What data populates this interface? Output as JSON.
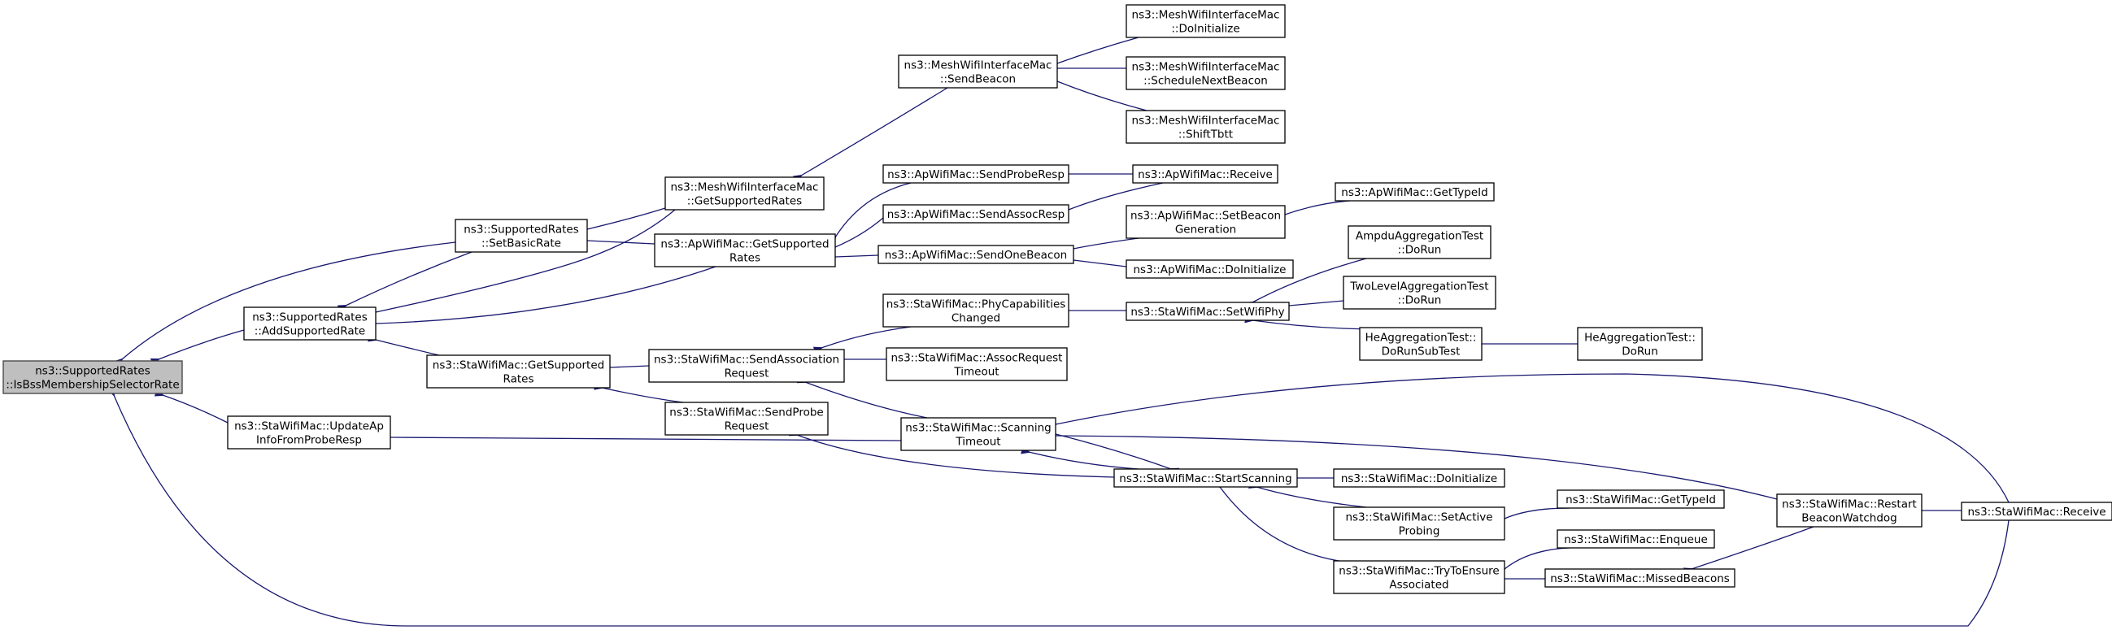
{
  "colors": {
    "edge": "#191970",
    "root_fill": "#bfbfbf",
    "node_fill": "#ffffff",
    "node_stroke": "#000000"
  },
  "nodes": [
    {
      "id": "root",
      "lines": [
        "ns3::SupportedRates",
        "::IsBssMembershipSelectorRate"
      ]
    },
    {
      "id": "addSupported",
      "lines": [
        "ns3::SupportedRates",
        "::AddSupportedRate"
      ]
    },
    {
      "id": "updateAp",
      "lines": [
        "ns3::StaWifiMac::UpdateAp",
        "InfoFromProbeResp"
      ]
    },
    {
      "id": "setBasic",
      "lines": [
        "ns3::SupportedRates",
        "::SetBasicRate"
      ]
    },
    {
      "id": "staGetSupported",
      "lines": [
        "ns3::StaWifiMac::GetSupported",
        "Rates"
      ]
    },
    {
      "id": "meshGetSupported",
      "lines": [
        "ns3::MeshWifiInterfaceMac",
        "::GetSupportedRates"
      ]
    },
    {
      "id": "apGetSupported",
      "lines": [
        "ns3::ApWifiMac::GetSupported",
        "Rates"
      ]
    },
    {
      "id": "sendAssocReq",
      "lines": [
        "ns3::StaWifiMac::SendAssociation",
        "Request"
      ]
    },
    {
      "id": "sendProbeReq",
      "lines": [
        "ns3::StaWifiMac::SendProbe",
        "Request"
      ]
    },
    {
      "id": "meshSendBeacon",
      "lines": [
        "ns3::MeshWifiInterfaceMac",
        "::SendBeacon"
      ]
    },
    {
      "id": "apSendProbeResp",
      "lines": [
        "ns3::ApWifiMac::SendProbeResp"
      ]
    },
    {
      "id": "apSendAssocResp",
      "lines": [
        "ns3::ApWifiMac::SendAssocResp"
      ]
    },
    {
      "id": "apSendOneBeacon",
      "lines": [
        "ns3::ApWifiMac::SendOneBeacon"
      ]
    },
    {
      "id": "phyCapChanged",
      "lines": [
        "ns3::StaWifiMac::PhyCapabilities",
        "Changed"
      ]
    },
    {
      "id": "assocReqTimeout",
      "lines": [
        "ns3::StaWifiMac::AssocRequest",
        "Timeout"
      ]
    },
    {
      "id": "scanningTimeout",
      "lines": [
        "ns3::StaWifiMac::Scanning",
        "Timeout"
      ]
    },
    {
      "id": "meshDoInit",
      "lines": [
        "ns3::MeshWifiInterfaceMac",
        "::DoInitialize"
      ]
    },
    {
      "id": "meshSchedule",
      "lines": [
        "ns3::MeshWifiInterfaceMac",
        "::ScheduleNextBeacon"
      ]
    },
    {
      "id": "meshShift",
      "lines": [
        "ns3::MeshWifiInterfaceMac",
        "::ShiftTbtt"
      ]
    },
    {
      "id": "apReceive",
      "lines": [
        "ns3::ApWifiMac::Receive"
      ]
    },
    {
      "id": "apSetBeaconGen",
      "lines": [
        "ns3::ApWifiMac::SetBeacon",
        "Generation"
      ]
    },
    {
      "id": "apDoInit",
      "lines": [
        "ns3::ApWifiMac::DoInitialize"
      ]
    },
    {
      "id": "staSetWifiPhy",
      "lines": [
        "ns3::StaWifiMac::SetWifiPhy"
      ]
    },
    {
      "id": "startScanning",
      "lines": [
        "ns3::StaWifiMac::StartScanning"
      ]
    },
    {
      "id": "apGetTypeId",
      "lines": [
        "ns3::ApWifiMac::GetTypeId"
      ]
    },
    {
      "id": "ampduTest",
      "lines": [
        "AmpduAggregationTest",
        "::DoRun"
      ]
    },
    {
      "id": "twoLevelTest",
      "lines": [
        "TwoLevelAggregationTest",
        "::DoRun"
      ]
    },
    {
      "id": "heSubTest",
      "lines": [
        "HeAggregationTest::",
        "DoRunSubTest"
      ]
    },
    {
      "id": "staDoInit",
      "lines": [
        "ns3::StaWifiMac::DoInitialize"
      ]
    },
    {
      "id": "setActiveProbing",
      "lines": [
        "ns3::StaWifiMac::SetActive",
        "Probing"
      ]
    },
    {
      "id": "tryToEnsure",
      "lines": [
        "ns3::StaWifiMac::TryToEnsure",
        "Associated"
      ]
    },
    {
      "id": "heDoRun",
      "lines": [
        "HeAggregationTest::",
        "DoRun"
      ]
    },
    {
      "id": "staGetTypeId",
      "lines": [
        "ns3::StaWifiMac::GetTypeId"
      ]
    },
    {
      "id": "staEnqueue",
      "lines": [
        "ns3::StaWifiMac::Enqueue"
      ]
    },
    {
      "id": "missedBeacons",
      "lines": [
        "ns3::StaWifiMac::MissedBeacons"
      ]
    },
    {
      "id": "restartWatchdog",
      "lines": [
        "ns3::StaWifiMac::Restart",
        "BeaconWatchdog"
      ]
    },
    {
      "id": "staReceive",
      "lines": [
        "ns3::StaWifiMac::Receive"
      ]
    }
  ]
}
